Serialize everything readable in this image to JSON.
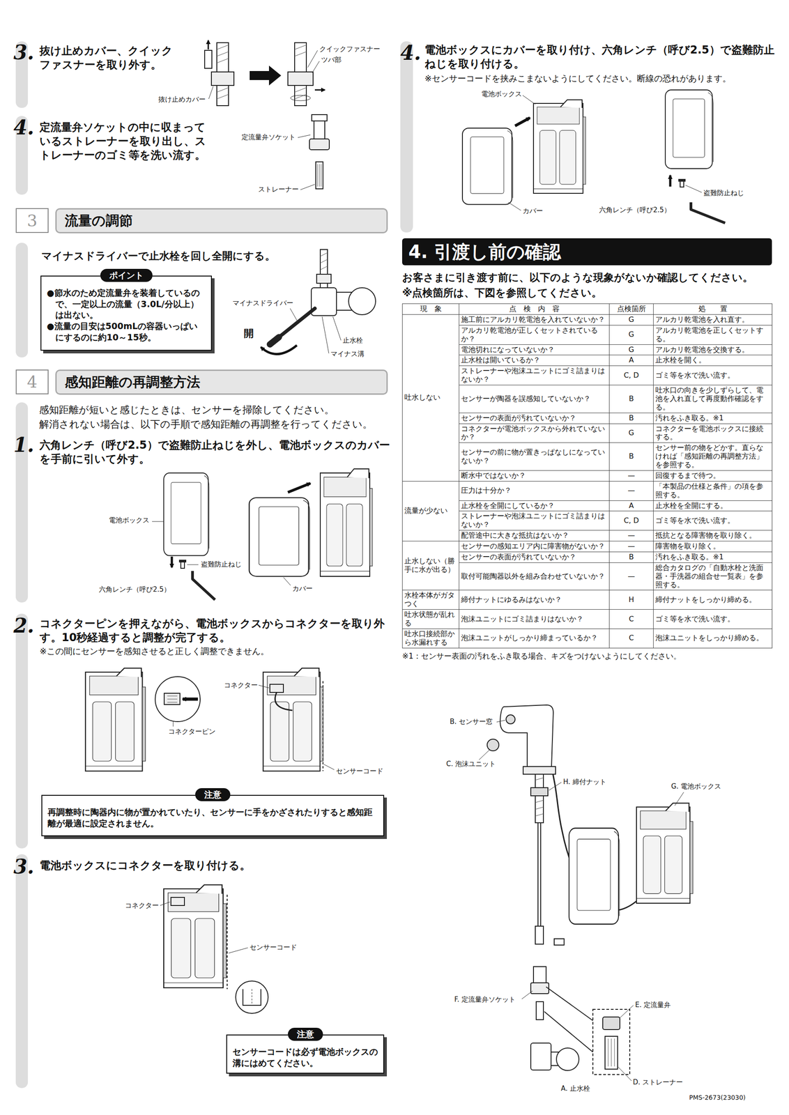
{
  "diagram": {
    "nodes": [
      {
        "text": [
          "3"
        ]
      },
      {
        "text": [
          "流量の調節"
        ]
      },
      {
        "text": [
          "ポイント",
          "●節水のため定流量弁を装着しているので、一定以上の流量（3.0L/分以上）は出ない。",
          "●流量の目安は500mLの容器いっぱいにするのに約10～15秒。"
        ]
      },
      {
        "text": [
          "4"
        ]
      },
      {
        "text": [
          "感知距離の再調整方法"
        ]
      },
      {
        "text": [
          "注意",
          "再調整時に陶器内に物が置かれていたり、センサーに手をかざされたりすると感知距離が最適に設定されません。"
        ]
      },
      {
        "text": [
          "注意",
          "センサーコードは必ず電池ボックスの溝にはめてください。"
        ]
      },
      {
        "text": [
          "4. 引渡し前の確認"
        ]
      }
    ],
    "labels": [
      "3.",
      "抜け止めカバー、クイックファスナーを取り外す。",
      "クイックファスナー",
      "ツバ部",
      "抜け止めカバー",
      "4.",
      "定流量弁ソケットの中に収まっているストレーナーを取り出し、ストレーナーのゴミ等を洗い流す。",
      "定流量弁ソケット",
      "ストレーナー",
      "マイナスドライバーで止水栓を回し全開にする。",
      "マイナスドライバー",
      "開",
      "止水栓",
      "マイナス溝",
      "感知距離が短いと感じたときは、センサーを掃除してください。",
      "解消されない場合は、以下の手順で感知距離の再調整を行ってください。",
      "1.",
      "六角レンチ（呼び2.5）で盗難防止ねじを外し、電池ボックスのカバーを手前に引いて外す。",
      "電池ボックス",
      "盗難防止ねじ",
      "六角レンチ（呼び2.5）",
      "カバー",
      "2.",
      "コネクターピンを押えながら、電池ボックスからコネクターを取り外す。10秒経過すると調整が完了する。",
      "※この間にセンサーを感知させると正しく調整できません。",
      "コネクターピン",
      "コネクター",
      "センサーコード",
      "3.",
      "電池ボックスにコネクターを取り付ける。",
      "コネクター",
      "センサーコード",
      "4.",
      "電池ボックスにカバーを取り付け、六角レンチ（呼び2.5）で盗難防止ねじを取り付ける。",
      "※センサーコードを挟みこまないようにしてください。断線の恐れがあります。",
      "電池ボックス",
      "カバー",
      "盗難防止ねじ",
      "六角レンチ（呼び2.5）",
      "お客さまに引き渡す前に、以下のような現象がないか確認してください。",
      "※点検箇所は、下図を参照してください。",
      "※1：センサー表面の汚れをふき取る場合、キズをつけないようにしてください。",
      "B. センサー窓",
      "C. 泡沫ユニット",
      "H. 締付ナット",
      "G. 電池ボックス",
      "F. 定流量弁ソケット",
      "E. 定流量弁",
      "D. ストレーナー",
      "A. 止水栓",
      "PMS-2673(23030)",
      "現　象",
      "点　検　内　容",
      "点検箇所",
      "処　　置",
      "吐水しない",
      "施工前にアルカリ乾電池を入れていないか？",
      "G",
      "アルカリ乾電池を入れ直す。",
      "アルカリ乾電池が正しくセットされているか？",
      "G",
      "アルカリ乾電池を正しくセットする。",
      "電池切れになっていないか？",
      "G",
      "アルカリ乾電池を交換する。",
      "止水栓は開いているか？",
      "A",
      "止水栓を開く。",
      "ストレーナーや泡沫ユニットにゴミ詰まりはないか？",
      "C, D",
      "ゴミ等を水で洗い流す。",
      "センサーが陶器を誤感知していないか？",
      "B",
      "吐水口の向きを少しずらして、電池を入れ直して再度動作確認をする。",
      "センサーの表面が汚れていないか？",
      "B",
      "汚れをふき取る。※1",
      "コネクターが電池ボックスから外れていないか？",
      "G",
      "コネクターを電池ボックスに接続する。",
      "センサーの前に物が置きっぱなしになっていないか？",
      "B",
      "センサー前の物をどかす。直らなければ「感知距離の再調整方法」を参照する。",
      "断水中ではないか？",
      "—",
      "回復するまで待つ。",
      "流量が少ない",
      "圧力は十分か？",
      "—",
      "「本製品の仕様と条件」の項を参照する。",
      "止水栓を全開にしているか？",
      "A",
      "止水栓を全開にする。",
      "ストレーナーや泡沫ユニットにゴミ詰まりはないか？",
      "C, D",
      "ゴミ等を水で洗い流す。",
      "配管途中に大きな抵抗はないか？",
      "—",
      "抵抗となる障害物を取り除く。",
      "止水しない（勝手に水が出る）",
      "センサーの感知エリア内に障害物がないか？",
      "—",
      "障害物を取り除く。",
      "センサーの表面が汚れていないか？",
      "B",
      "汚れをふき取る。※1",
      "取付可能陶器以外を組み合わせていないか？",
      "—",
      "総合カタログの「自動水栓と洗面器・手洗器の組合せ一覧表」を参照する。",
      "水栓本体がガタつく",
      "締付ナットにゆるみはないか？",
      "H",
      "締付ナットをしっかり締める。",
      "吐水状態が乱れる",
      "泡沫ユニットにゴミ詰まりはないか？",
      "C",
      "ゴミ等を水で洗い流す。",
      "吐水口接続部から水漏れする",
      "泡沫ユニットがしっかり締まっているか？",
      "C",
      "泡沫ユニットをしっかり締める。"
    ]
  }
}
